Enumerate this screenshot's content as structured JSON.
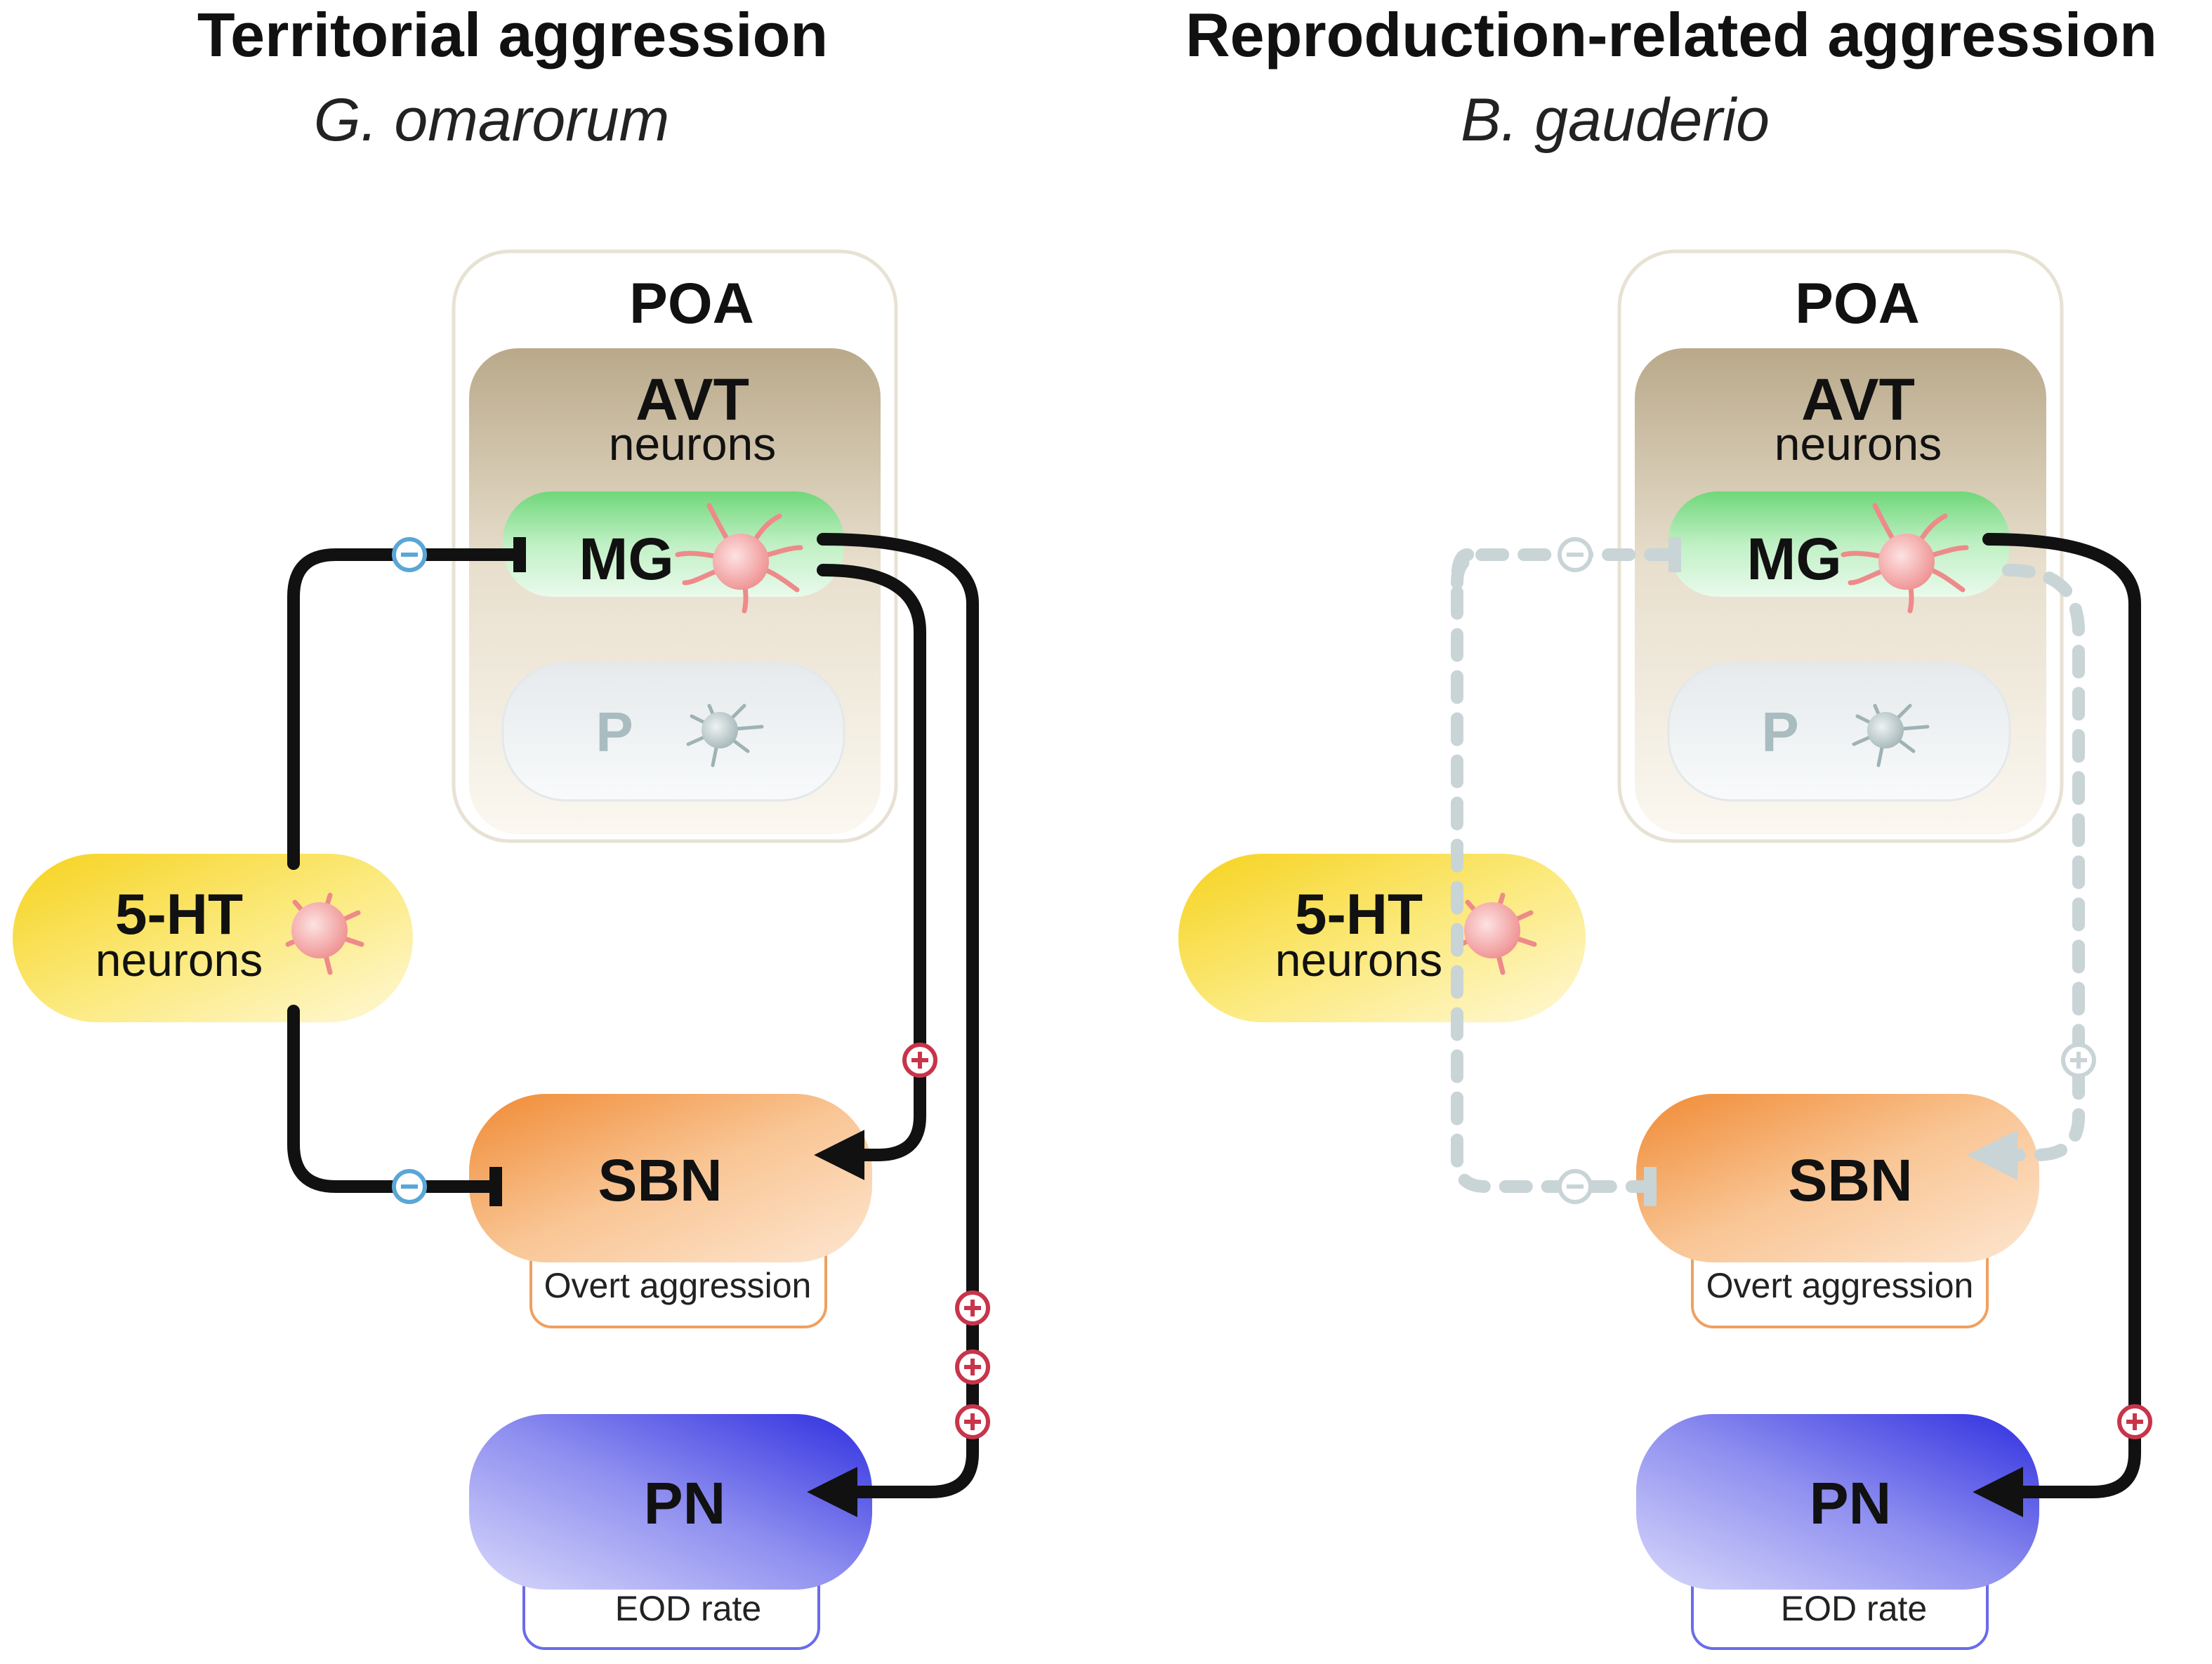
{
  "panels": [
    {
      "title": "Territorial aggression",
      "species": "G. omarorum",
      "region": "POA",
      "avt_title": "AVT",
      "avt_sub": "neurons",
      "mg_label": "MG",
      "p_label": "P",
      "ht_title": "5-HT",
      "ht_sub": "neurons",
      "sbn_label": "SBN",
      "sbn_output": "Overt aggression",
      "pn_label": "PN",
      "pn_output": "EOD rate"
    },
    {
      "title": "Reproduction-related aggression",
      "species": "B. gauderio",
      "region": "POA",
      "avt_title": "AVT",
      "avt_sub": "neurons",
      "mg_label": "MG",
      "p_label": "P",
      "ht_title": "5-HT",
      "ht_sub": "neurons",
      "sbn_label": "SBN",
      "sbn_output": "Overt aggression",
      "pn_label": "PN",
      "pn_output": "EOD rate"
    }
  ],
  "colors": {
    "active_line": "#111111",
    "inactive_line": "#c9d4d6",
    "inhibit_marker": "#5aa6d6",
    "excite_marker": "#c8344a"
  }
}
